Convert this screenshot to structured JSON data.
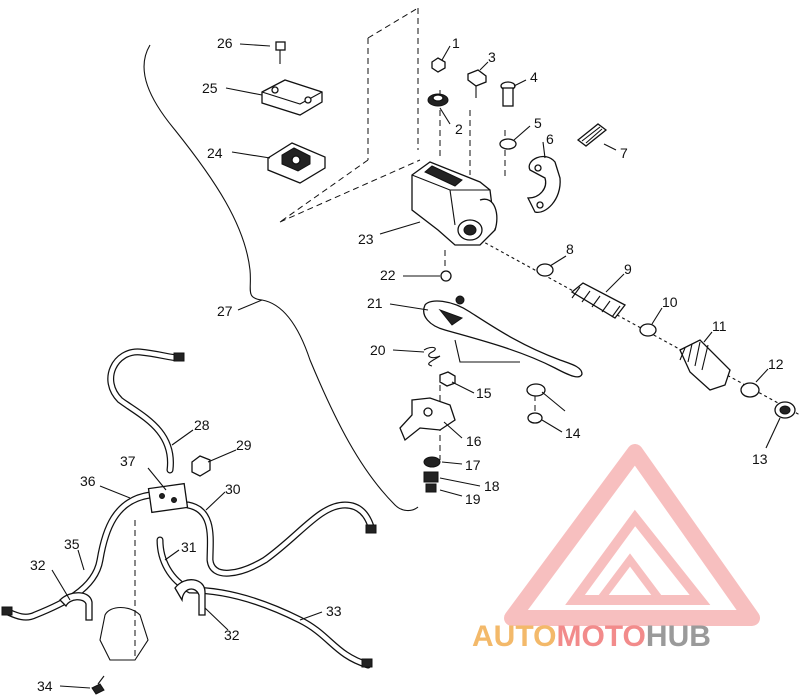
{
  "diagram": {
    "callouts": [
      "1",
      "2",
      "3",
      "4",
      "5",
      "6",
      "7",
      "8",
      "9",
      "10",
      "11",
      "12",
      "13",
      "14",
      "15",
      "16",
      "17",
      "18",
      "19",
      "20",
      "21",
      "22",
      "23",
      "24",
      "25",
      "26",
      "27",
      "28",
      "29",
      "30",
      "31",
      "32",
      "33",
      "34",
      "35",
      "36",
      "37"
    ]
  },
  "watermark": {
    "brand_auto": "AUTO",
    "brand_moto": "MOTO",
    "brand_hub": "HUB",
    "colors": {
      "triangle": "#f4a6a6",
      "auto": "#f3b96a",
      "moto": "#f28b8b",
      "hub": "#9a9a9a"
    }
  }
}
